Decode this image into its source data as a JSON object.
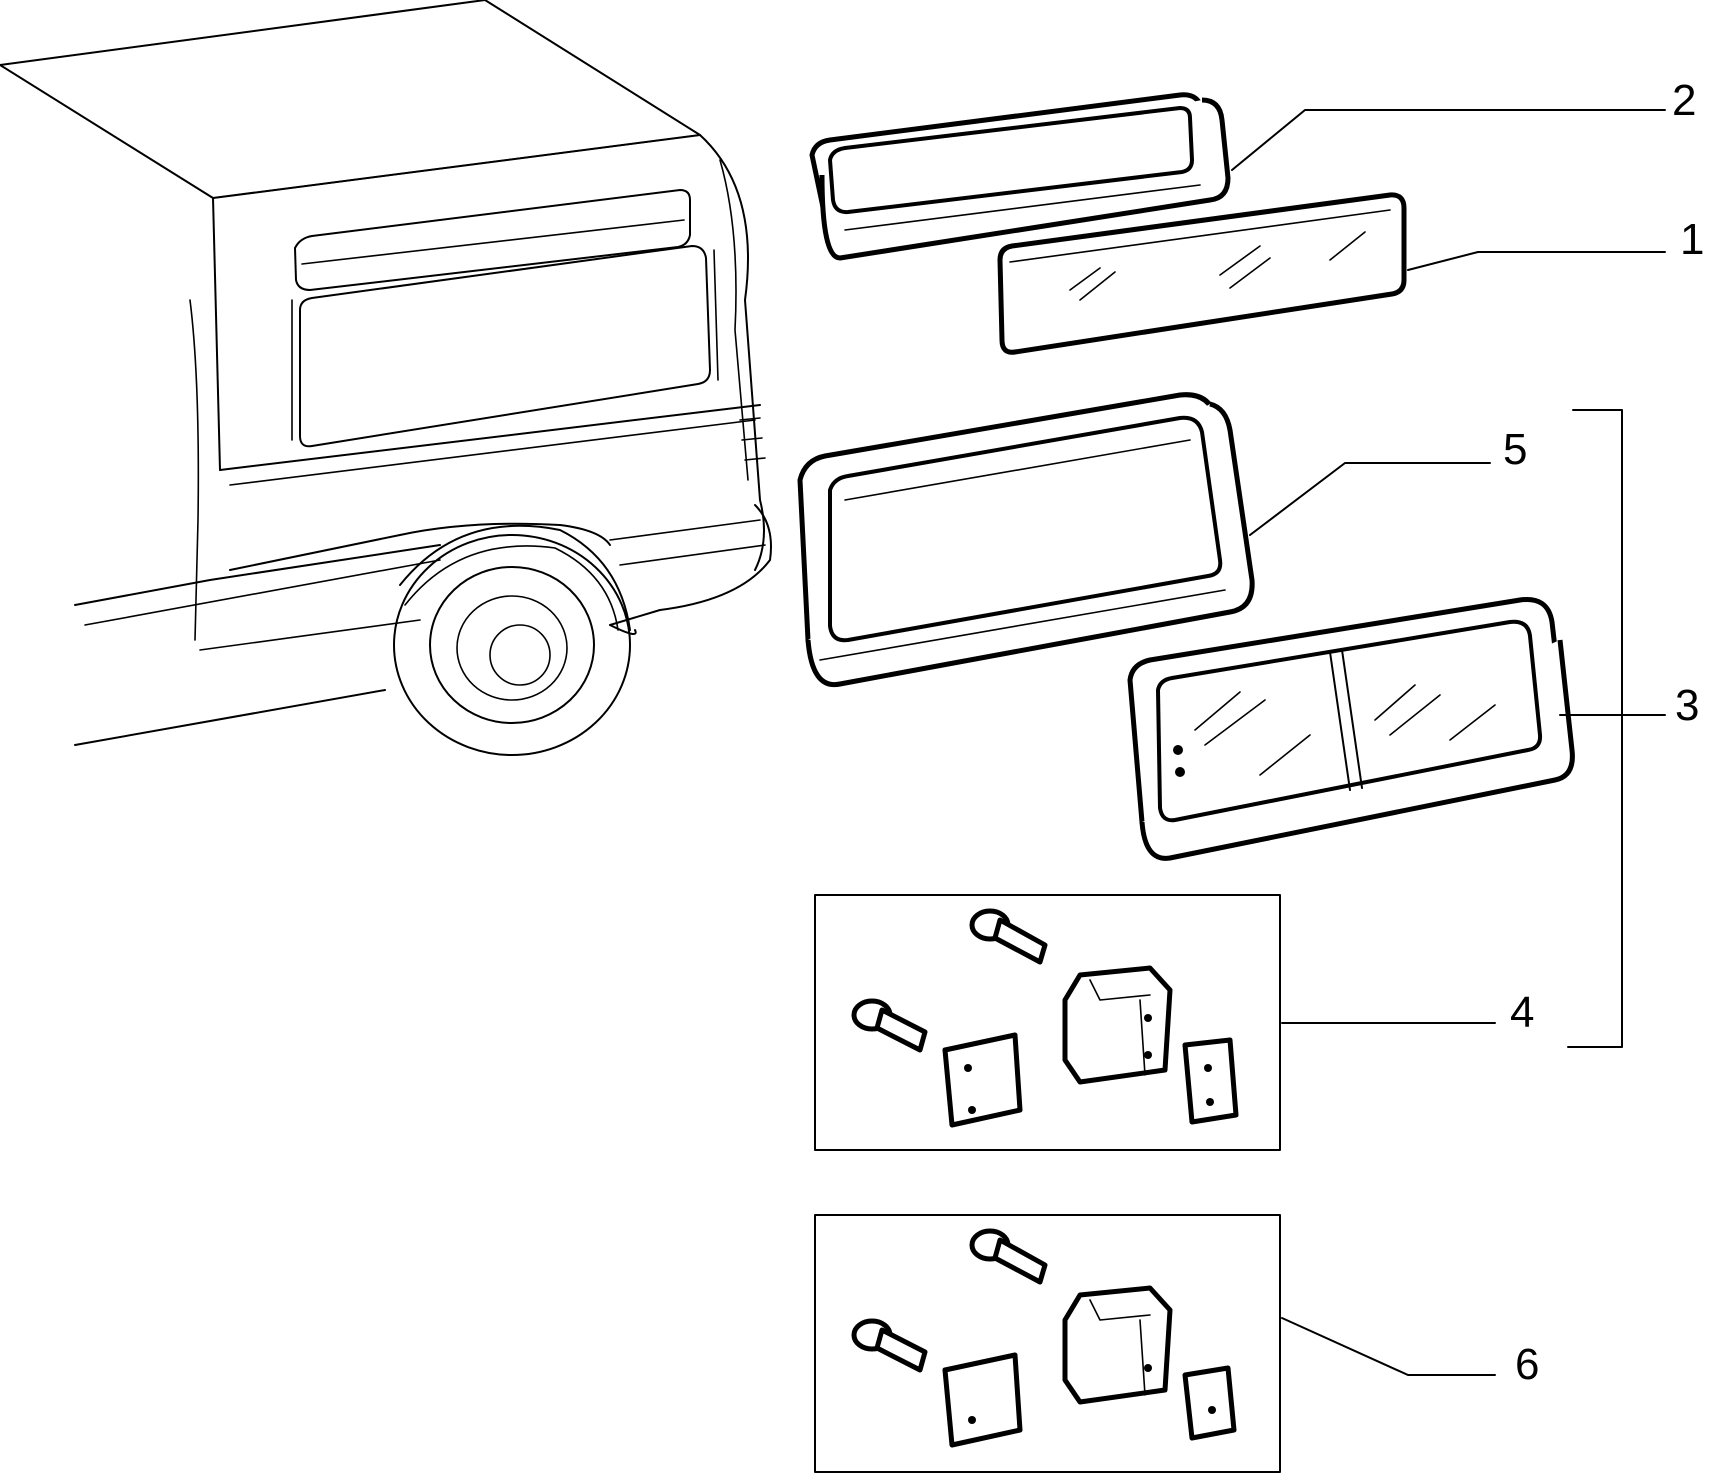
{
  "diagram": {
    "callouts": [
      {
        "id": "label-1",
        "text": "1"
      },
      {
        "id": "label-2",
        "text": "2"
      },
      {
        "id": "label-3",
        "text": "3"
      },
      {
        "id": "label-4",
        "text": "4"
      },
      {
        "id": "label-5",
        "text": "5"
      },
      {
        "id": "label-6",
        "text": "6"
      }
    ],
    "colors": {
      "line": "#000000",
      "background": "#ffffff"
    }
  }
}
